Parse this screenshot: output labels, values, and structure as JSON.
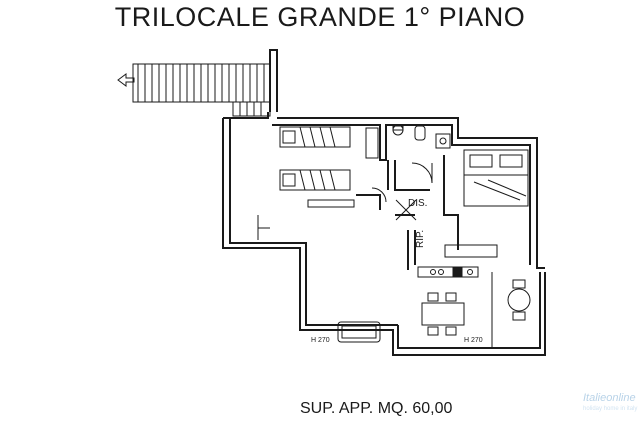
{
  "title": "TRILOCALE GRANDE 1° PIANO",
  "area_text": "SUP. APP. MQ. 60,00",
  "labels": {
    "disimpegno": "DIS.",
    "ripostiglio": "RIP.",
    "height_left": "H 270",
    "height_right": "H 270"
  },
  "watermark": {
    "brand": "Italieonline",
    "tagline": "holiday home in italy"
  },
  "colors": {
    "wall": "#1a1a1a",
    "furniture": "#333333",
    "background": "#ffffff"
  }
}
